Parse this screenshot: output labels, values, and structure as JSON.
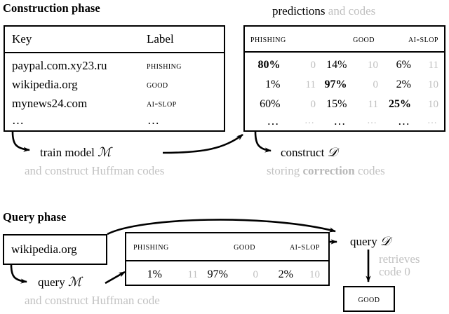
{
  "figure": {
    "sections": {
      "construction": {
        "title": "Construction phase"
      },
      "query": {
        "title": "Query phase"
      }
    }
  },
  "construction": {
    "key_table": {
      "headers": [
        "Key",
        "Label"
      ],
      "rows": [
        {
          "key": "paypal.com.xy23.ru",
          "label": "phishing"
        },
        {
          "key": "wikipedia.org",
          "label": "good"
        },
        {
          "key": "mynews24.com",
          "label": "ai-slop"
        },
        {
          "key": "…",
          "label": "…"
        }
      ]
    },
    "predictions_caption": {
      "strong": "predictions",
      "faded": "and codes"
    },
    "pred_table": {
      "headers": [
        "phishing",
        "good",
        "ai-slop"
      ],
      "rows": [
        {
          "phishing_pct": "80%",
          "phishing_code": "0",
          "good_pct": "14%",
          "good_code": "10",
          "slop_pct": "6%",
          "slop_code": "11",
          "bold": "phishing"
        },
        {
          "phishing_pct": "1%",
          "phishing_code": "11",
          "good_pct": "97%",
          "good_code": "0",
          "slop_pct": "2%",
          "slop_code": "10",
          "bold": "good"
        },
        {
          "phishing_pct": "60%",
          "phishing_code": "0",
          "good_pct": "15%",
          "good_code": "11",
          "slop_pct": "25%",
          "slop_code": "10",
          "bold": "slop"
        },
        {
          "phishing_pct": "…",
          "phishing_code": "…",
          "good_pct": "…",
          "good_code": "…",
          "slop_pct": "…",
          "slop_code": "…",
          "bold": ""
        }
      ]
    },
    "annotations": {
      "train_model": "train model",
      "train_model_symbol": "ℳ",
      "train_model_sub": "and construct Huffman codes",
      "construct_d": "construct",
      "construct_d_symbol": "𝒟",
      "construct_d_sub_pre": "storing ",
      "construct_d_sub_bold": "correction",
      "construct_d_sub_post": " codes"
    }
  },
  "query": {
    "input_box": {
      "value": "wikipedia.org"
    },
    "query_table": {
      "headers": [
        "phishing",
        "good",
        "ai-slop"
      ],
      "row": {
        "phishing_pct": "1%",
        "phishing_code": "11",
        "good_pct": "97%",
        "good_code": "0",
        "slop_pct": "2%",
        "slop_code": "10"
      }
    },
    "annotations": {
      "query_m": "query",
      "query_m_symbol": "ℳ",
      "query_m_sub": "and construct Huffman code",
      "query_d": "query",
      "query_d_symbol": "𝒟",
      "retrieves_line1": "retrieves",
      "retrieves_line2": "code 0"
    },
    "result_box": {
      "label": "good"
    }
  },
  "colors": {
    "ink": "#000000",
    "faded": "#c2c2c2",
    "background": "#ffffff"
  }
}
